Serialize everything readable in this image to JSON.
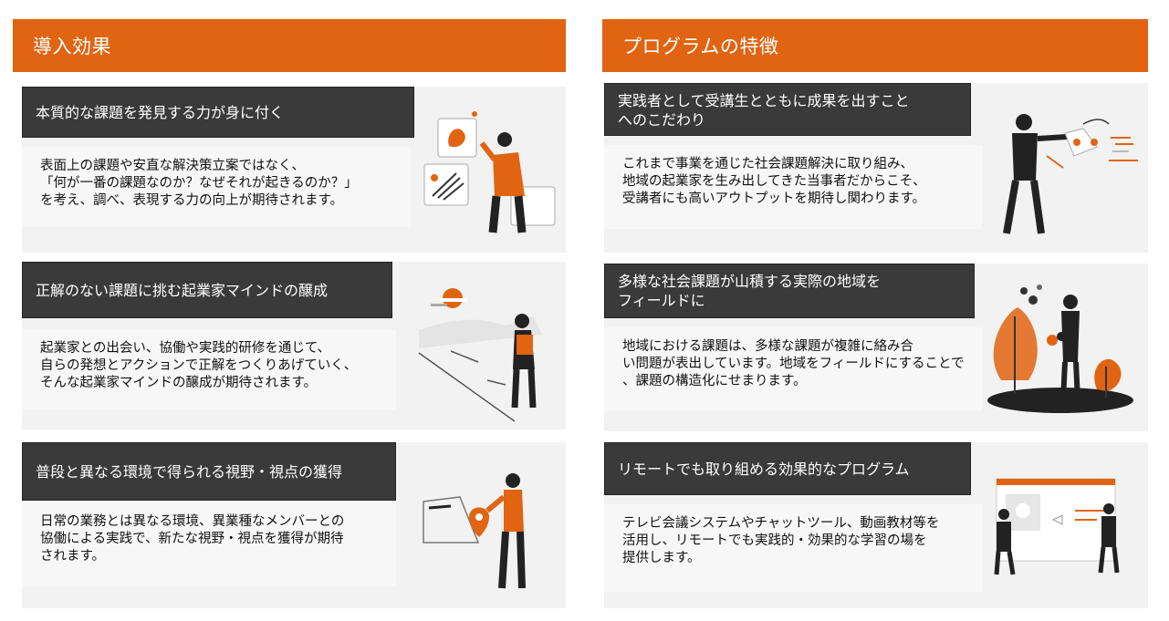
{
  "left": {
    "header": "導入効果",
    "cards": [
      {
        "title": "本質的な課題を発見する力が身に付く",
        "body": [
          "表面上の課題や安直な解決策立案ではなく、",
          "「何が一番の課題なのか？なぜそれが起きるのか？」",
          "を考え、調べ、表現する力の向上が期待されます。"
        ]
      },
      {
        "title": "正解のない課題に挑む起業家マインドの醸成",
        "body": [
          "起業家との出会い、協働や実践的研修を通じて、",
          "自らの発想とアクションで正解をつくりあげていく、",
          "そんな起業家マインドの醸成が期待されます。"
        ]
      },
      {
        "title": "普段と異なる環境で得られる視野・視点の獲得",
        "body": [
          "日常の業務とは異なる環境、異業種なメンバーとの",
          "協働による実践で、新たな視野・視点を獲得が期待",
          "されます。"
        ]
      }
    ]
  },
  "right": {
    "header": "プログラムの特徴",
    "cards": [
      {
        "title": [
          "実践者として受講生とともに成果を出すこと",
          "へのこだわり"
        ],
        "body": [
          "これまで事業を通じた社会課題解決に取り組み、",
          "地域の起業家を生み出してきた当事者だからこそ、",
          "受講者にも高いアウトプットを期待し関わります。"
        ]
      },
      {
        "title": [
          "多様な社会課題が山積する実際の地域を",
          "フィールドに"
        ],
        "body": [
          "地域における課題は、多様な課題が複雑に絡み合",
          "い問題が表出しています。地域をフィールドにすることで",
          "、課題の構造化にせまります。"
        ]
      },
      {
        "title": [
          "リモートでも取り組める効果的なプログラム"
        ],
        "body": [
          "テレビ会議システムやチャットツール、動画教材等を",
          "活用し、リモートでも実践的・効果的な学習の場を",
          "提供します。"
        ]
      }
    ]
  },
  "colors": {
    "accent": "#e06412",
    "title_bg": "#3a3a3a",
    "card_bg": "#f2f2f2"
  }
}
